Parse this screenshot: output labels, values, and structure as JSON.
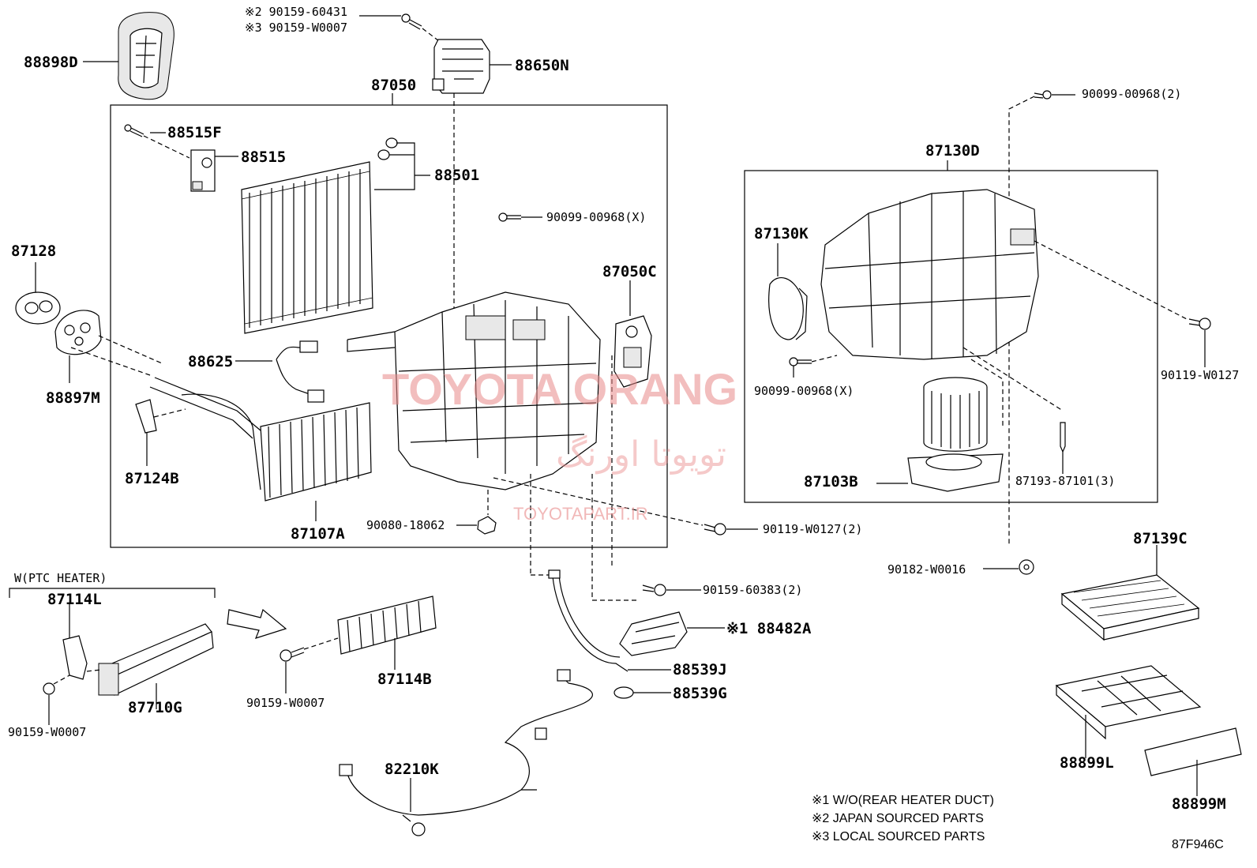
{
  "labels": {
    "p88898D": "88898D",
    "p90159_60431": "※2 90159-60431",
    "p90159_W0007_top": "※3 90159-W0007",
    "p88650N": "88650N",
    "p87050": "87050",
    "p88515F": "88515F",
    "p88515": "88515",
    "p88501": "88501",
    "p90099_00968X_a": "90099-00968(X)",
    "p87128": "87128",
    "p88897M": "88897M",
    "p88625": "88625",
    "p87050C": "87050C",
    "p87124B": "87124B",
    "p87107A": "87107A",
    "p90080_18062": "90080-18062",
    "p90119_W0127_2": "90119-W0127(2)",
    "p90099_00968_2": "90099-00968(2)",
    "p87130D": "87130D",
    "p87130K": "87130K",
    "p90099_00968X_b": "90099-00968(X)",
    "p90119_W0127": "90119-W0127",
    "p87103B": "87103B",
    "p87193_87101_3": "87193-87101(3)",
    "p90182_W0016": "90182-W0016",
    "p87139C": "87139C",
    "p90159_60383_2": "90159-60383(2)",
    "p88482A": "※1 88482A",
    "p88539J": "88539J",
    "p88539G": "88539G",
    "p82210K": "82210K",
    "p87114L": "87114L",
    "p87710G": "87710G",
    "p90159_W0007_left": "90159-W0007",
    "p90159_W0007_mid": "90159-W0007",
    "p87114B": "87114B",
    "p88899L": "88899L",
    "p88899M": "88899M"
  },
  "ptc_heater_label": "W(PTC HEATER)",
  "notes": [
    "※1 W/O(REAR HEATER DUCT)",
    "※2 JAPAN SOURCED PARTS",
    "※3 LOCAL SOURCED PARTS"
  ],
  "figure_code": "87F946C",
  "watermark": {
    "main": "TOYOTA ORANG",
    "farsi": "تویوتا اورنگ",
    "url": "TOYOTAPART.IR"
  }
}
